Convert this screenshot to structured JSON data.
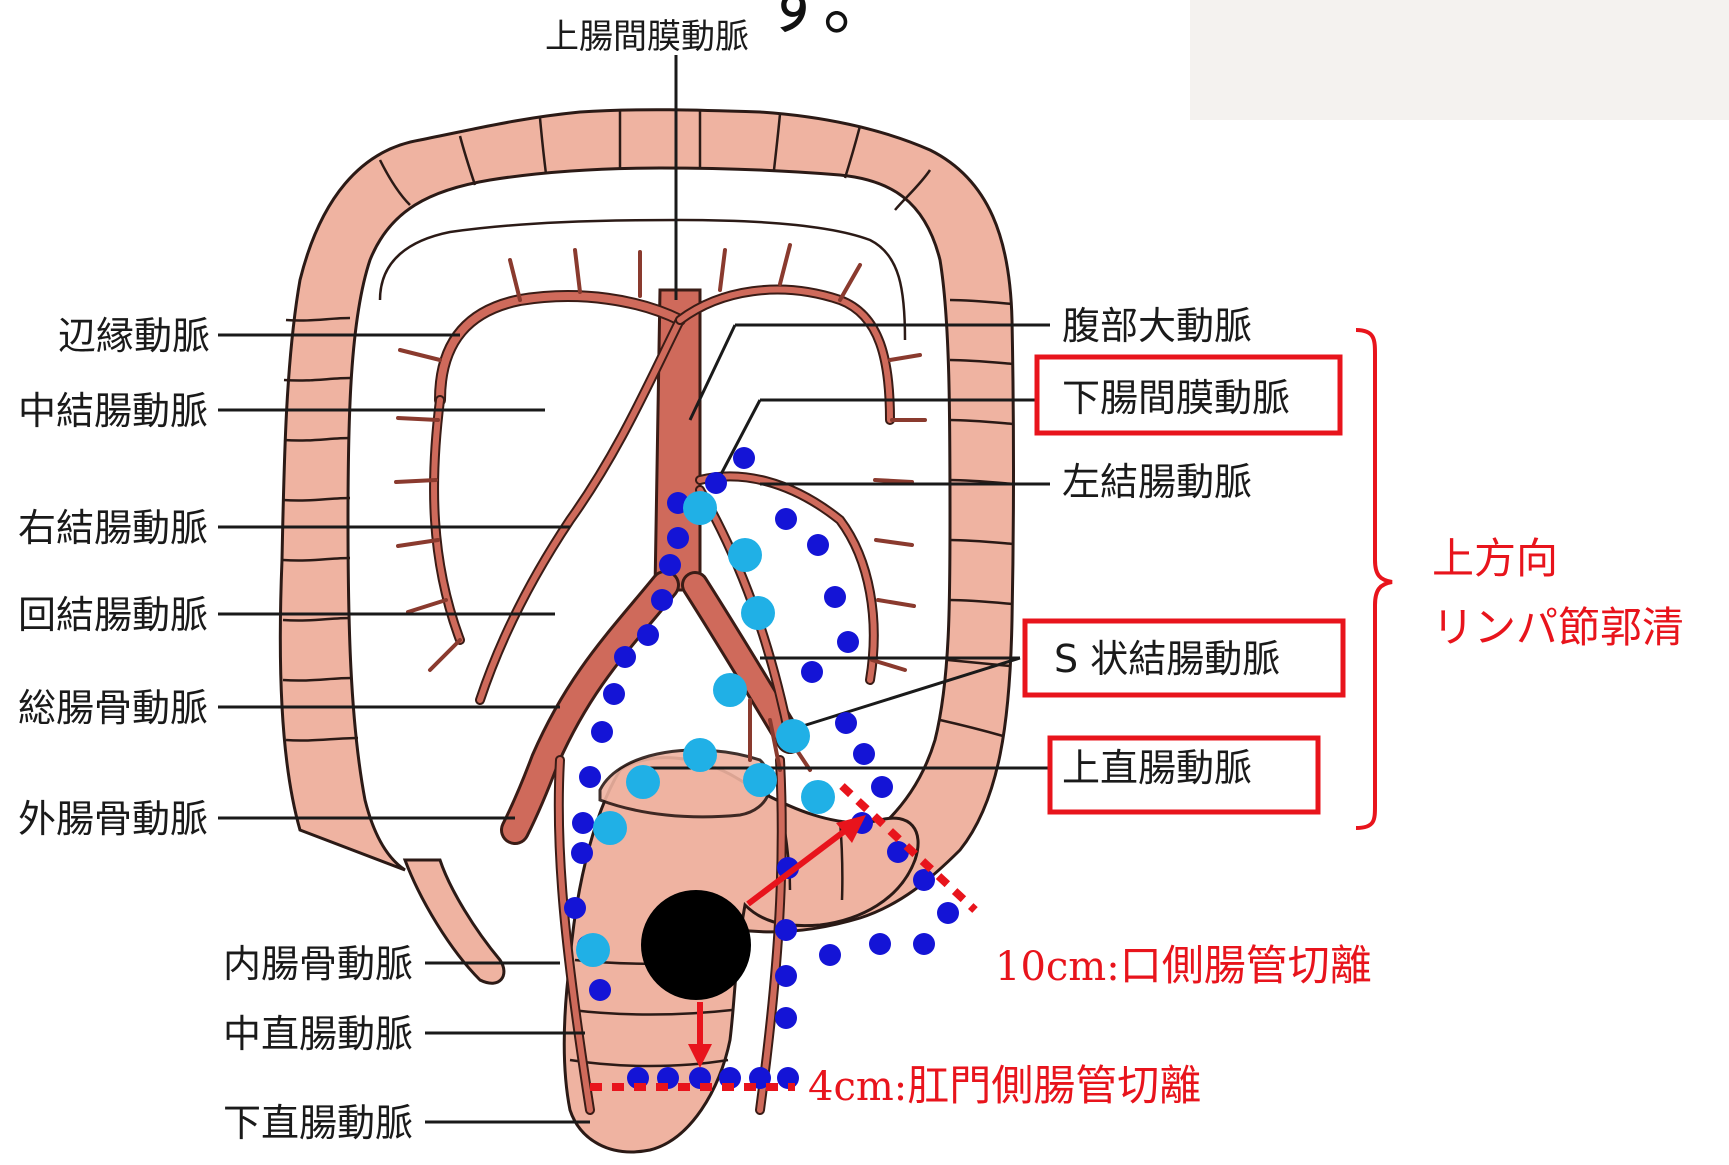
{
  "top_fragment": "す。",
  "top_label": "上腸間膜動脈",
  "left_labels": [
    "辺縁動脈",
    "中結腸動脈",
    "右結腸動脈",
    "回結腸動脈",
    "総腸骨動脈",
    "外腸骨動脈",
    "内腸骨動脈",
    "中直腸動脈",
    "下直腸動脈"
  ],
  "right_labels": [
    "腹部大動脈",
    "下腸間膜動脈",
    "左結腸動脈",
    "S 状結腸動脈",
    "上直腸動脈"
  ],
  "boxed_labels": [
    "下腸間膜動脈",
    "S 状結腸動脈",
    "上直腸動脈"
  ],
  "bracket_label": [
    "上方向",
    "リンパ節郭清"
  ],
  "cut_oral": {
    "distance": "10cm",
    "sep": ":",
    "text": "口側腸管切離"
  },
  "cut_anal": {
    "distance": "4cm",
    "sep": ":",
    "text": "肛門側腸管切離"
  },
  "colors": {
    "colon": "#efb3a1",
    "artery": "#cf6a5b",
    "annotation": "#e8141c",
    "node_dark": "#1414d6",
    "node_light": "#20b0e6",
    "tumor": "#000000"
  }
}
